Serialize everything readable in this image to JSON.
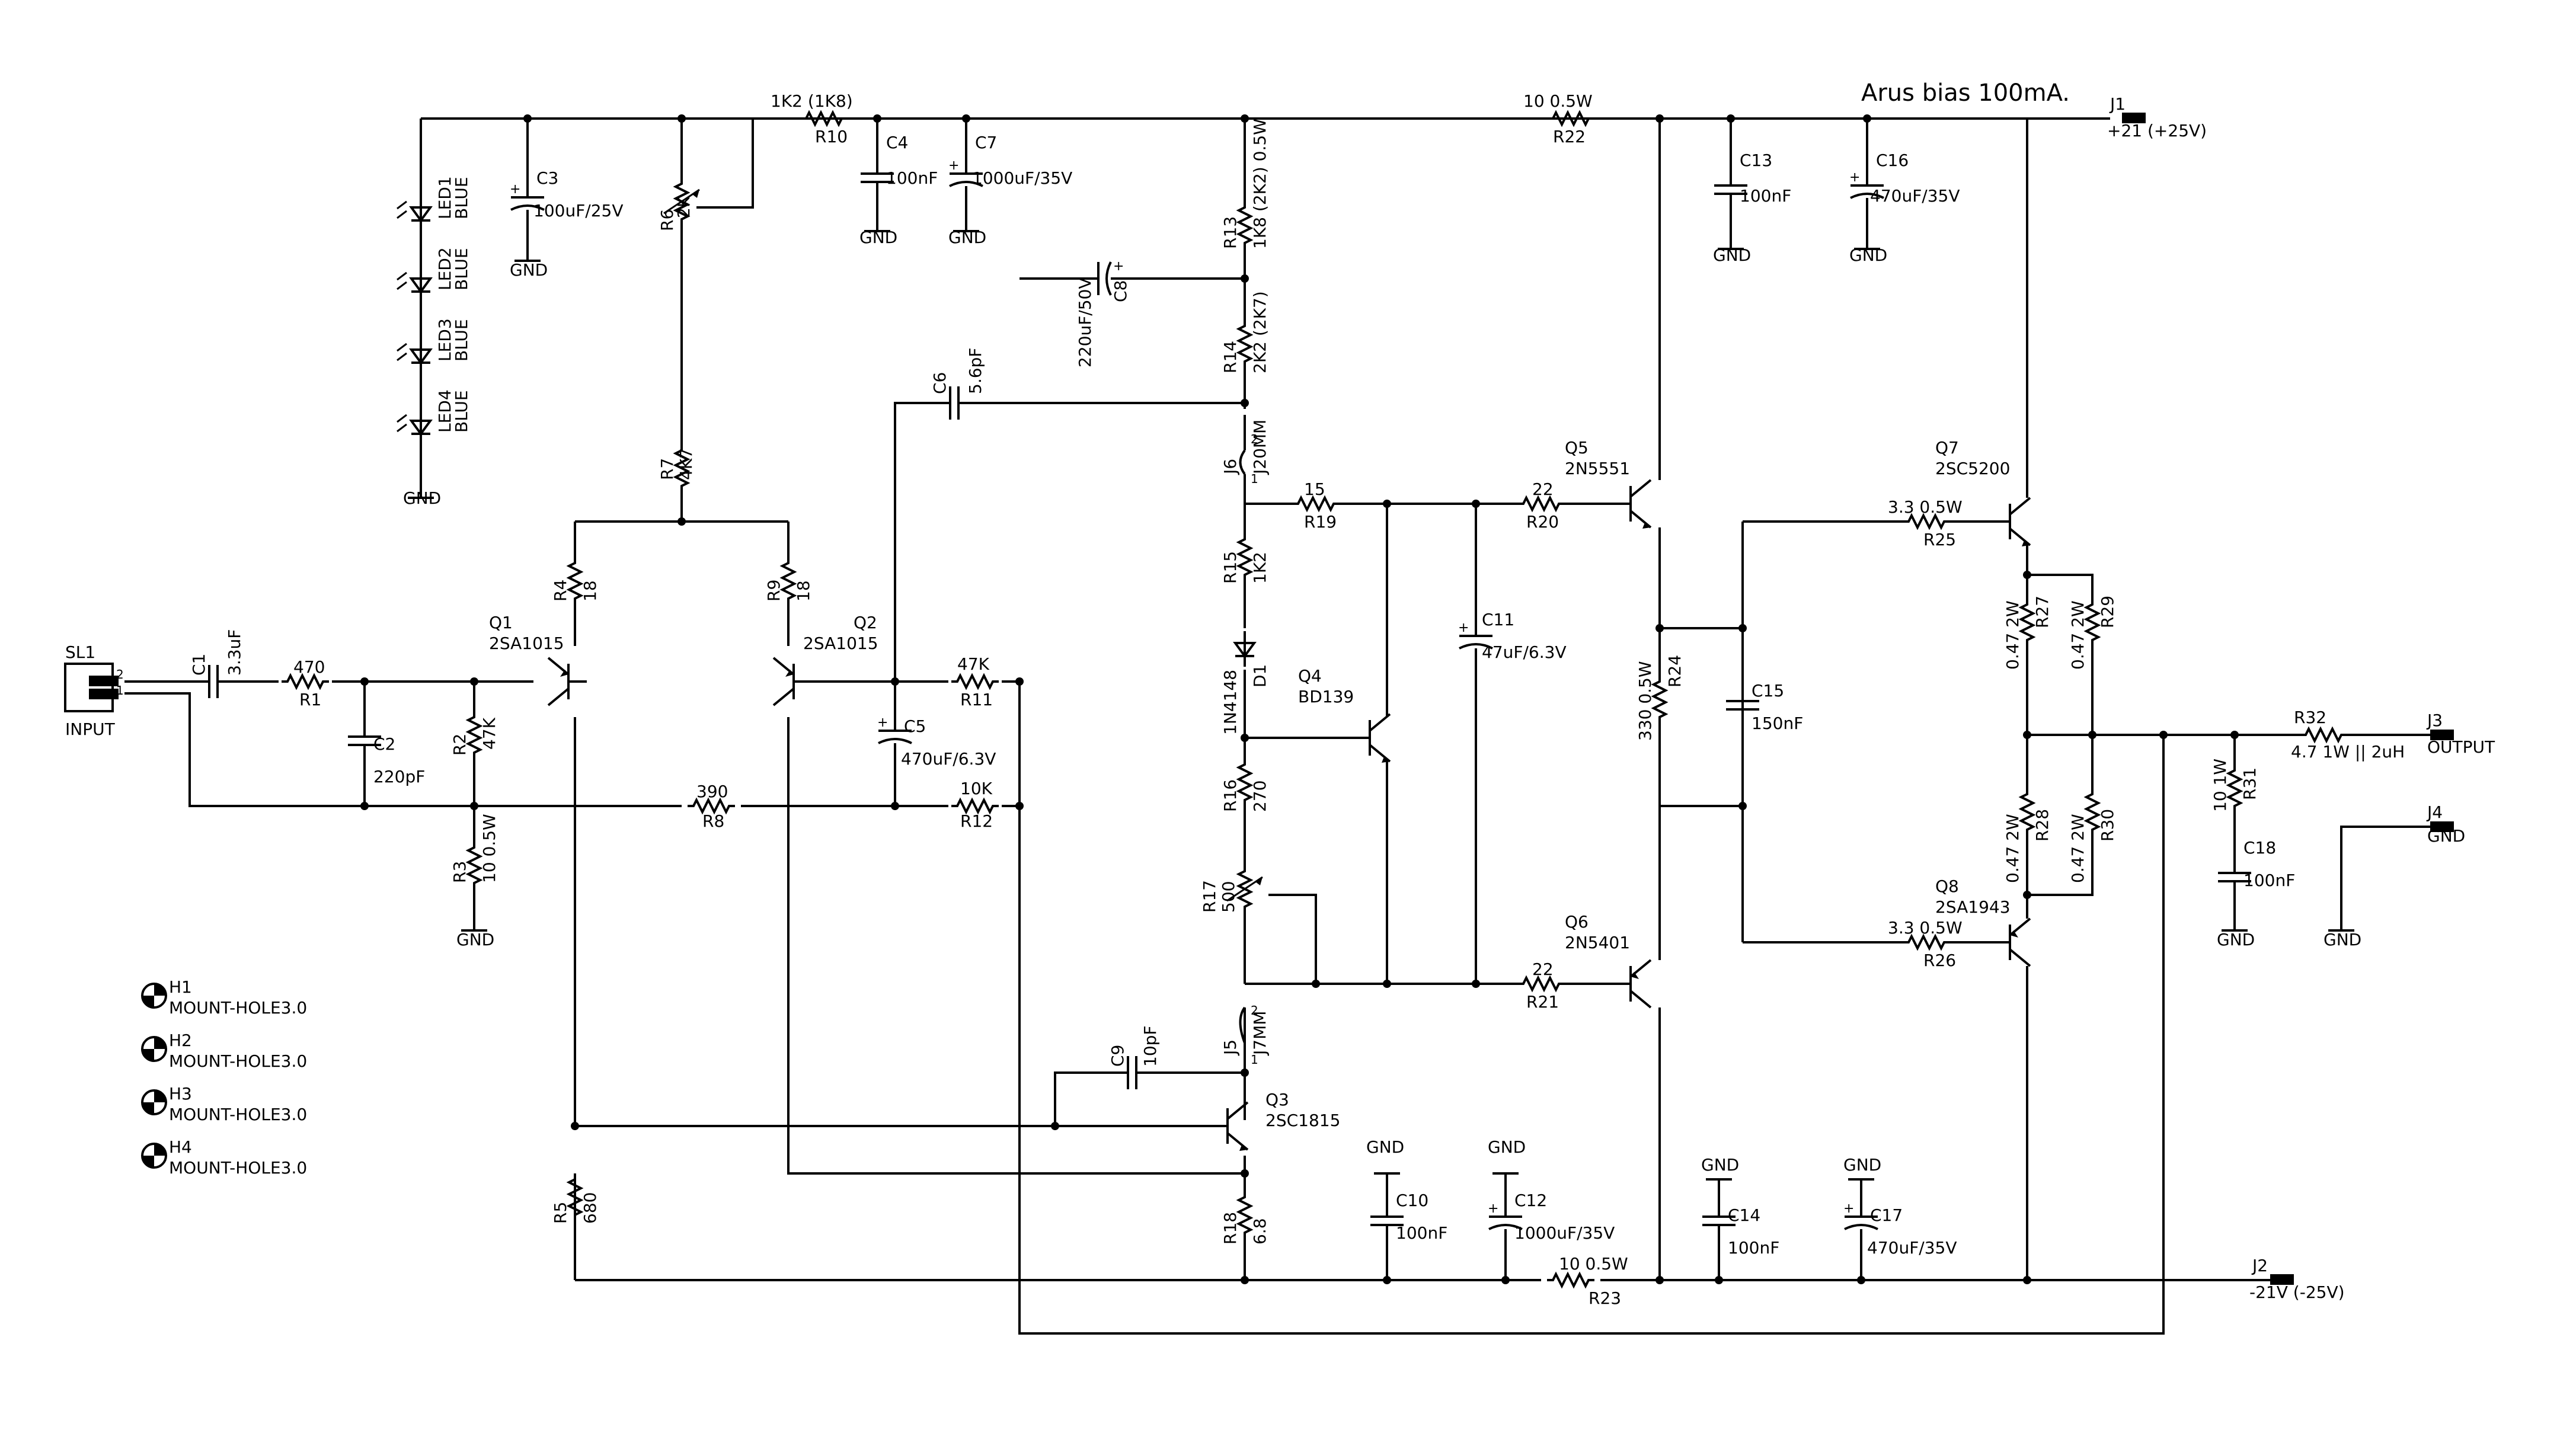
{
  "note": "Arus bias 100mA.",
  "connectors": {
    "j1": {
      "ref": "J1",
      "value": "+21 (+25V)"
    },
    "j2": {
      "ref": "J2",
      "value": "-21V (-25V)"
    },
    "j3": {
      "ref": "J3",
      "value": "OUTPUT"
    },
    "j4": {
      "ref": "J4",
      "value": "GND"
    },
    "sl1": {
      "ref": "SL1",
      "value": "INPUT",
      "pin1": "1",
      "pin2": "2"
    }
  },
  "gnd": "GND",
  "leds": [
    {
      "ref": "LED1",
      "value": "BLUE"
    },
    {
      "ref": "LED2",
      "value": "BLUE"
    },
    {
      "ref": "LED3",
      "value": "BLUE"
    },
    {
      "ref": "LED4",
      "value": "BLUE"
    }
  ],
  "resistors": {
    "r1": {
      "ref": "R1",
      "value": "470"
    },
    "r2": {
      "ref": "R2",
      "value": "47K"
    },
    "r3": {
      "ref": "R3",
      "value": "10 0.5W"
    },
    "r4": {
      "ref": "R4",
      "value": "18"
    },
    "r5": {
      "ref": "R5",
      "value": "680"
    },
    "r6": {
      "ref": "R6",
      "value": "2K"
    },
    "r7": {
      "ref": "R7",
      "value": "4K7"
    },
    "r8": {
      "ref": "R8",
      "value": "390"
    },
    "r9": {
      "ref": "R9",
      "value": "18"
    },
    "r10": {
      "ref": "R10",
      "value": "1K2 (1K8)"
    },
    "r11": {
      "ref": "R11",
      "value": "47K"
    },
    "r12": {
      "ref": "R12",
      "value": "10K"
    },
    "r13": {
      "ref": "R13",
      "value": "1K8 (2K2) 0.5W"
    },
    "r14": {
      "ref": "R14",
      "value": "2K2 (2K7)"
    },
    "r15": {
      "ref": "R15",
      "value": "1K2"
    },
    "r16": {
      "ref": "R16",
      "value": "270"
    },
    "r17": {
      "ref": "R17",
      "value": "500"
    },
    "r18": {
      "ref": "R18",
      "value": "6.8"
    },
    "r19": {
      "ref": "R19",
      "value": "15"
    },
    "r20": {
      "ref": "R20",
      "value": "22"
    },
    "r21": {
      "ref": "R21",
      "value": "22"
    },
    "r22": {
      "ref": "R22",
      "value": "10 0.5W"
    },
    "r23": {
      "ref": "R23",
      "value": "10 0.5W"
    },
    "r24": {
      "ref": "R24",
      "value": "330 0.5W"
    },
    "r25": {
      "ref": "R25",
      "value": "3.3 0.5W"
    },
    "r26": {
      "ref": "R26",
      "value": "3.3 0.5W"
    },
    "r27": {
      "ref": "R27",
      "value": "0.47 2W"
    },
    "r28": {
      "ref": "R28",
      "value": "0.47 2W"
    },
    "r29": {
      "ref": "R29",
      "value": "0.47 2W"
    },
    "r30": {
      "ref": "R30",
      "value": "0.47 2W"
    },
    "r31": {
      "ref": "R31",
      "value": "10 1W"
    },
    "r32": {
      "ref": "R32",
      "value": "4.7 1W || 2uH"
    }
  },
  "capacitors": {
    "c1": {
      "ref": "C1",
      "value": "3.3uF"
    },
    "c2": {
      "ref": "C2",
      "value": "220pF"
    },
    "c3": {
      "ref": "C3",
      "value": "100uF/25V"
    },
    "c4": {
      "ref": "C4",
      "value": "100nF"
    },
    "c5": {
      "ref": "C5",
      "value": "470uF/6.3V"
    },
    "c6": {
      "ref": "C6",
      "value": "5.6pF"
    },
    "c7": {
      "ref": "C7",
      "value": "1000uF/35V"
    },
    "c8": {
      "ref": "C8",
      "value": "220uF/50V"
    },
    "c9": {
      "ref": "C9",
      "value": "10pF"
    },
    "c10": {
      "ref": "C10",
      "value": "100nF"
    },
    "c11": {
      "ref": "C11",
      "value": "47uF/6.3V"
    },
    "c12": {
      "ref": "C12",
      "value": "1000uF/35V"
    },
    "c13": {
      "ref": "C13",
      "value": "100nF"
    },
    "c14": {
      "ref": "C14",
      "value": "100nF"
    },
    "c15": {
      "ref": "C15",
      "value": "150nF"
    },
    "c16": {
      "ref": "C16",
      "value": "470uF/35V"
    },
    "c17": {
      "ref": "C17",
      "value": "470uF/35V"
    },
    "c18": {
      "ref": "C18",
      "value": "100nF"
    }
  },
  "transistors": {
    "q1": {
      "ref": "Q1",
      "value": "2SA1015"
    },
    "q2": {
      "ref": "Q2",
      "value": "2SA1015"
    },
    "q3": {
      "ref": "Q3",
      "value": "2SC1815"
    },
    "q4": {
      "ref": "Q4",
      "value": "BD139"
    },
    "q5": {
      "ref": "Q5",
      "value": "2N5551"
    },
    "q6": {
      "ref": "Q6",
      "value": "2N5401"
    },
    "q7": {
      "ref": "Q7",
      "value": "2SC5200"
    },
    "q8": {
      "ref": "Q8",
      "value": "2SA1943"
    }
  },
  "diode": {
    "ref": "D1",
    "value": "1N4148"
  },
  "jumpers": {
    "j5": {
      "ref": "J5",
      "value": "J7MM",
      "pin1": "1",
      "pin2": "2"
    },
    "j6": {
      "ref": "J6",
      "value": "J20MM",
      "pin1": "1",
      "pin2": "2"
    }
  },
  "holes": [
    {
      "ref": "H1",
      "value": "MOUNT-HOLE3.0"
    },
    {
      "ref": "H2",
      "value": "MOUNT-HOLE3.0"
    },
    {
      "ref": "H3",
      "value": "MOUNT-HOLE3.0"
    },
    {
      "ref": "H4",
      "value": "MOUNT-HOLE3.0"
    }
  ]
}
